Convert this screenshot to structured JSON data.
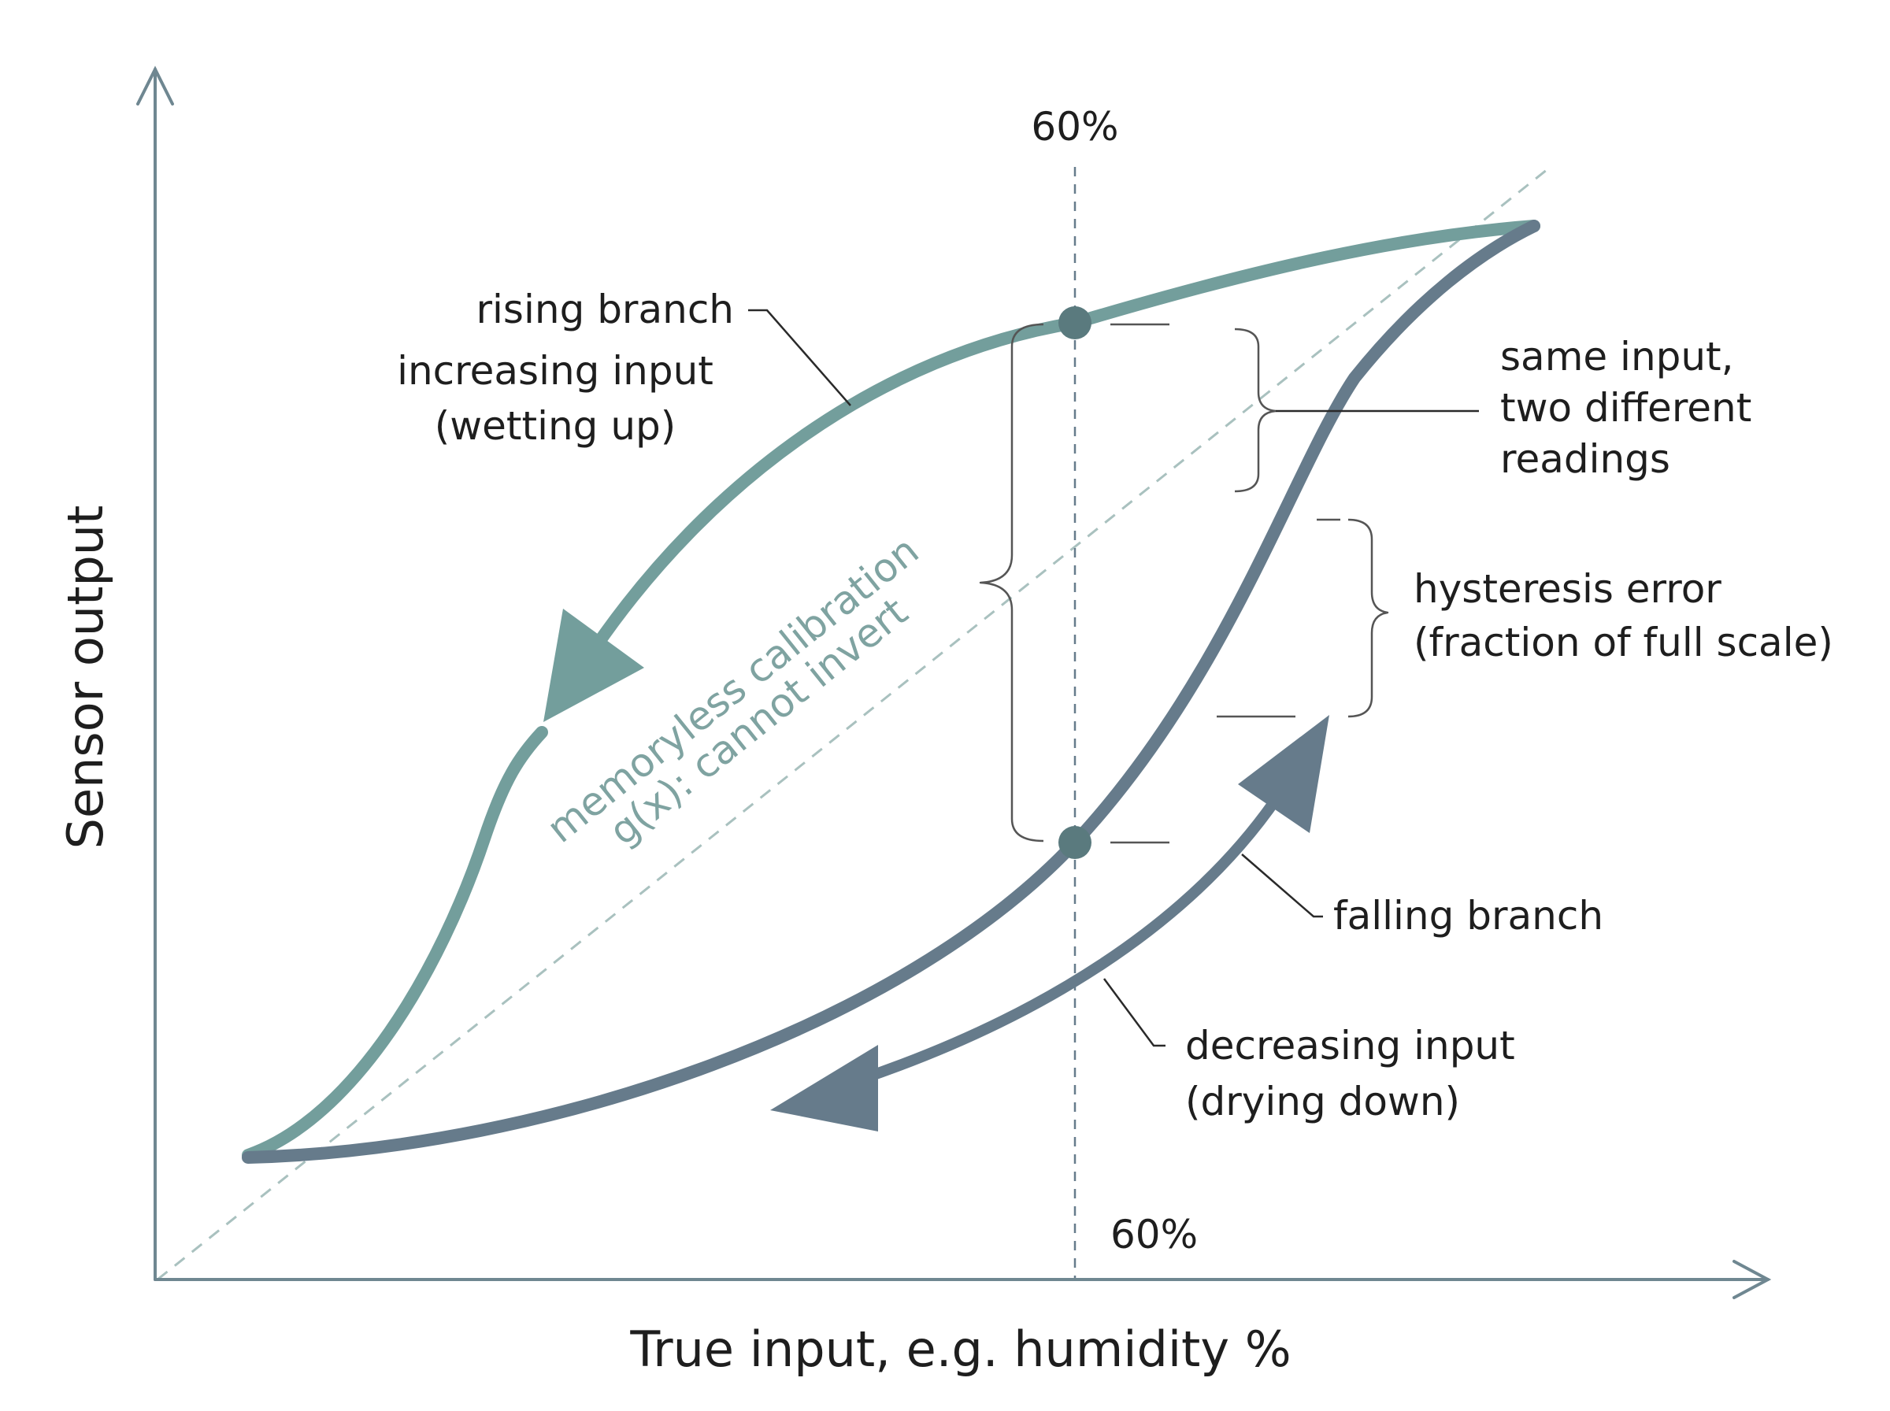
{
  "colors": {
    "rising": "#739e9c",
    "falling": "#667b8b",
    "axis": "#6f8791",
    "calibration": "#a9c1bf",
    "text": "#1e1e1e"
  },
  "axes": {
    "x_title": "True input, e.g. humidity %",
    "y_title": "Sensor output"
  },
  "marker": {
    "top_label": "60%",
    "bottom_label": "60%"
  },
  "rising_branch": {
    "label": "rising branch",
    "sub_line1": "increasing input",
    "sub_line2": "(wetting up)"
  },
  "falling_branch": {
    "label": "falling branch",
    "sub_line1": "decreasing input",
    "sub_line2": "(drying down)"
  },
  "calibration": {
    "line1": "memoryless calibration",
    "line2": "g(x): cannot invert"
  },
  "annotations": {
    "same_input": [
      "same input,",
      "two different",
      "readings"
    ],
    "hysteresis": [
      "hysteresis error",
      "(fraction of full scale)"
    ]
  }
}
